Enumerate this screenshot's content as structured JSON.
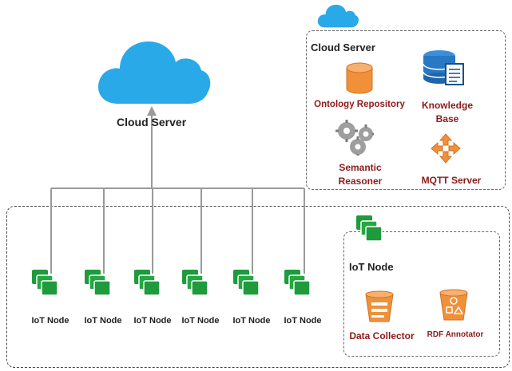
{
  "cloud_main": {
    "label": "Cloud Server"
  },
  "iot_nodes": [
    {
      "label": "IoT Node"
    },
    {
      "label": "IoT Node"
    },
    {
      "label": "IoT Node"
    },
    {
      "label": "IoT Node"
    },
    {
      "label": "IoT Node"
    },
    {
      "label": "IoT Node"
    }
  ],
  "cloud_detail": {
    "title": "Cloud Server",
    "ontology": "Ontology Repository",
    "knowledge_1": "Knowledge",
    "knowledge_2": "Base",
    "semantic_1": "Semantic",
    "semantic_2": "Reasoner",
    "mqtt": "MQTT Server"
  },
  "node_detail": {
    "title": "IoT Node",
    "collector": "Data Collector",
    "annotator": "RDF Annotator"
  },
  "colors": {
    "cloud": "#29a9e8",
    "node_green": "#1f9a3c",
    "accent_orange": "#f0913a",
    "label_red": "#8b1a1a",
    "connector_gray": "#9a9a9a"
  }
}
